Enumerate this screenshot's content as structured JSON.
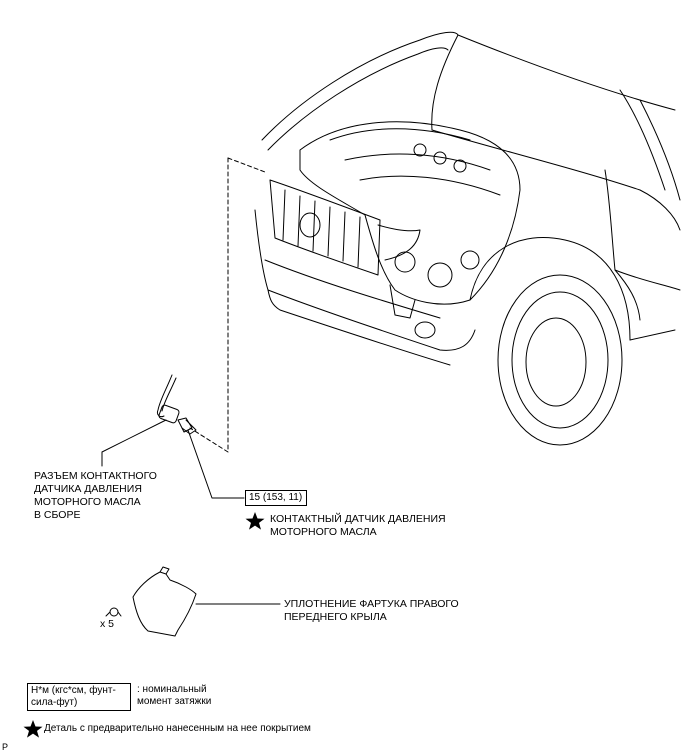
{
  "labels": {
    "connector": [
      "РАЗЪЕМ КОНТАКТНОГО",
      "ДАТЧИКА ДАВЛЕНИЯ",
      "МОТОРНОГО МАСЛА",
      "В СБОРЕ"
    ],
    "torque_spec": "15 (153, 11)",
    "sensor": [
      "КОНТАКТНЫЙ ДАТЧИК ДАВЛЕНИЯ",
      "МОТОРНОГО МАСЛА"
    ],
    "seal": [
      "УПЛОТНЕНИЕ ФАРТУКА ПРАВОГО",
      "ПЕРЕДНЕГО КРЫЛА"
    ],
    "clip_count": "x 5"
  },
  "legend": {
    "torque_units": [
      "Н*м (кгс*см, фунт-",
      "сила-фут)"
    ],
    "torque_desc": [
      ": номинальный",
      "момент затяжки"
    ],
    "precoated": "Деталь с предварительно нанесенным на нее покрытием"
  },
  "corner_mark": "P"
}
